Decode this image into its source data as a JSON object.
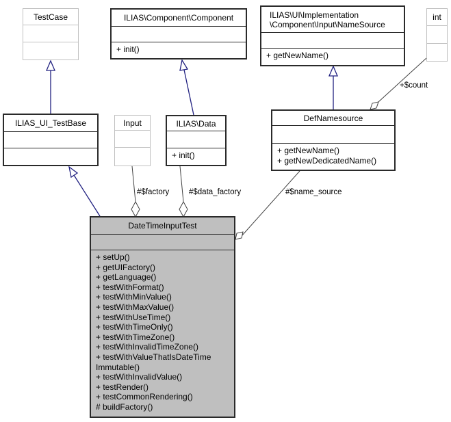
{
  "diagram": {
    "classes": {
      "testcase": {
        "title": "TestCase"
      },
      "component": {
        "title": "ILIAS\\Component\\Component",
        "methods": [
          "+ init()"
        ]
      },
      "namesource": {
        "title": "ILIAS\\UI\\Implementation\n\\Component\\Input\\NameSource",
        "methods": [
          "+ getNewName()"
        ]
      },
      "int": {
        "title": "int"
      },
      "testbase": {
        "title": "ILIAS_UI_TestBase"
      },
      "input": {
        "title": "Input"
      },
      "data": {
        "title": "ILIAS\\Data",
        "methods": [
          "+ init()"
        ]
      },
      "defnamesource": {
        "title": "DefNamesource",
        "methods": [
          "+ getNewName()",
          "+ getNewDedicatedName()"
        ]
      },
      "datetimeinputtest": {
        "title": "DateTimeInputTest",
        "methods": [
          "+ setUp()",
          "+ getUIFactory()",
          "+ getLanguage()",
          "+ testWithFormat()",
          "+ testWithMinValue()",
          "+ testWithMaxValue()",
          "+ testWithUseTime()",
          "+ testWithTimeOnly()",
          "+ testWithTimeZone()",
          "+ testWithInvalidTimeZone()",
          "+ testWithValueThatIsDateTime\nImmutable()",
          "+ testWithInvalidValue()",
          "+ testRender()",
          "+ testCommonRendering()",
          "# buildFactory()"
        ]
      }
    },
    "edge_labels": {
      "factory": "#$factory",
      "data_factory": "#$data_factory",
      "name_source": "#$name_source",
      "count": "+$count"
    },
    "colors": {
      "inheritance": "#202080",
      "aggregation": "#404040",
      "highlight_fill": "#bfbfbf",
      "box_border": "#2a2a2a",
      "muted_border": "#c0c0c0"
    }
  }
}
